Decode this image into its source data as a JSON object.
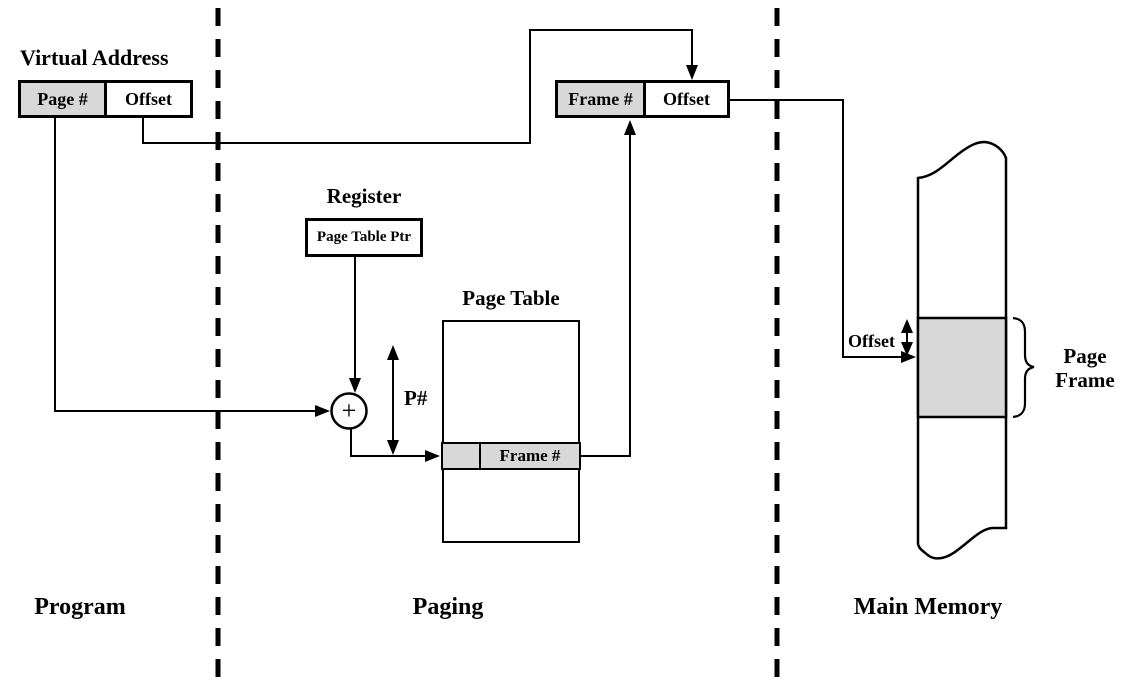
{
  "colors": {
    "highlight_gray": "#d8d8d8",
    "line_black": "#000000",
    "background_white": "#ffffff"
  },
  "virtual_address": {
    "title": "Virtual Address",
    "page_field_label": "Page #",
    "offset_field_label": "Offset"
  },
  "register": {
    "title": "Register",
    "value_label": "Page Table Ptr"
  },
  "adder": {
    "plus_symbol": "+"
  },
  "page_number_arrow": {
    "label": "P#"
  },
  "page_table": {
    "title": "Page Table",
    "highlighted_entry_label": "Frame #"
  },
  "physical_address": {
    "frame_field_label": "Frame #",
    "offset_field_label": "Offset"
  },
  "main_memory_detail": {
    "offset_label": "Offset",
    "page_frame_label": "Page Frame"
  },
  "section_labels": {
    "program": "Program",
    "paging": "Paging",
    "main_memory": "Main Memory"
  }
}
